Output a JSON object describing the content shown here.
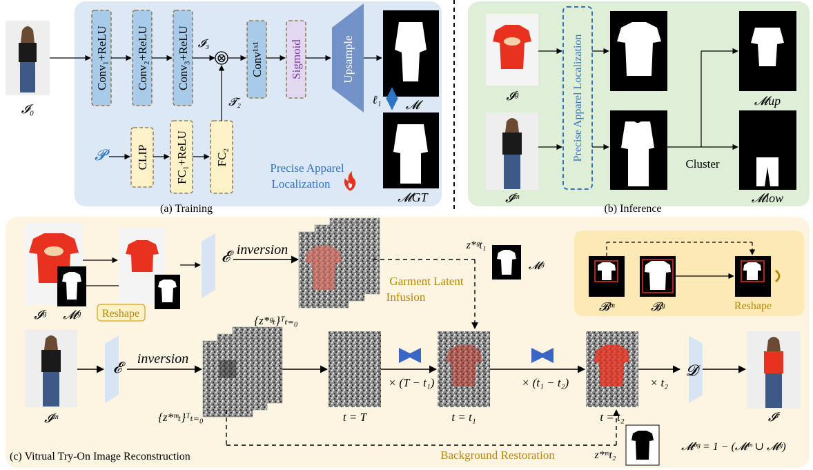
{
  "colors": {
    "panel_a_bg": "#dce8f5",
    "panel_b_bg": "#dfeed7",
    "panel_c_bg": "#fdf4e2",
    "box_blue": "#a9cbea",
    "box_yellow": "#fdf1c8",
    "box_purple": "#e2d8f0",
    "encoder": "#d6e4f4",
    "upsample": "#7393c8",
    "unet": "#3a66c4",
    "accent_blue": "#2f74c4",
    "gold": "#b8860b",
    "sigmoid_text": "#7b3aa6",
    "shirt_red": "#e8321f",
    "mask_black": "#000000"
  },
  "panel_a": {
    "caption": "(a) Training",
    "input_label": "𝓘₀",
    "conv1": "Conv₁+ReLU",
    "conv2": "Conv₂+ReLU",
    "conv3": "Conv₃+ReLU",
    "conv1x1": "Conv¹ˣ¹",
    "sigmoid": "Sigmoid",
    "upsample": "Upsample",
    "clip": "CLIP",
    "fc1": "FC₁+ReLU",
    "fc2": "FC₂",
    "prompt": "𝓟",
    "i3": "𝓘₃",
    "t2": "𝓣₂",
    "otimes": "⊗",
    "l1": "ℓ₁",
    "mask_pred": "𝓜",
    "mask_gt": "𝓜GT",
    "pal_line1": "Precise Apparel",
    "pal_line2": "Localization",
    "flame_icon": "fire-icon"
  },
  "panel_b": {
    "caption": "(b) Inference",
    "ig": "𝓘ᵍ",
    "im": "𝓘ᵐ",
    "pal": "Precise Apparel Localization",
    "cluster": "Cluster",
    "m_up": "𝓜up",
    "m_low": "𝓜low"
  },
  "panel_c": {
    "caption": "(c) Vitrual Try-On Image Reconstruction",
    "ig": "𝓘ᵍ",
    "mg": "𝓜ᵍ",
    "reshape": "Reshape",
    "enc": "𝓔",
    "inversion": "inversion",
    "z_g_seq": "{z*ᵍₜ}ᵀₜ₌₀",
    "z_t1_g": "z*ᵍt₁",
    "mg2": "𝓜ᵍ",
    "garment_line1": "Garment Latent",
    "garment_line2": "Infusion",
    "im": "𝓘ᵐ",
    "z_m_seq": "{z*ᵐₜ}ᵀₜ₌₀",
    "t_T": "t = T",
    "t_t1": "t = t₁",
    "t_t2": "t = t₂",
    "x_T_t1": "× (T − t₁)",
    "x_t1_t2": "× (t₁ − t₂)",
    "x_t2": "× t₂",
    "dec": "𝓓",
    "ir": "𝓘ʳ",
    "bg_restoration": "Background Restoration",
    "z_t2_m": "z*ᵐt₂",
    "m_bg_formula": "𝓜ᵇᵍ = 1 − (𝓜ᵐ ∪ 𝓜ᵍ)",
    "inset_bm": "𝓑ᵐ",
    "inset_bg": "𝓑ᵍ",
    "inset_reshape": "Reshape"
  }
}
